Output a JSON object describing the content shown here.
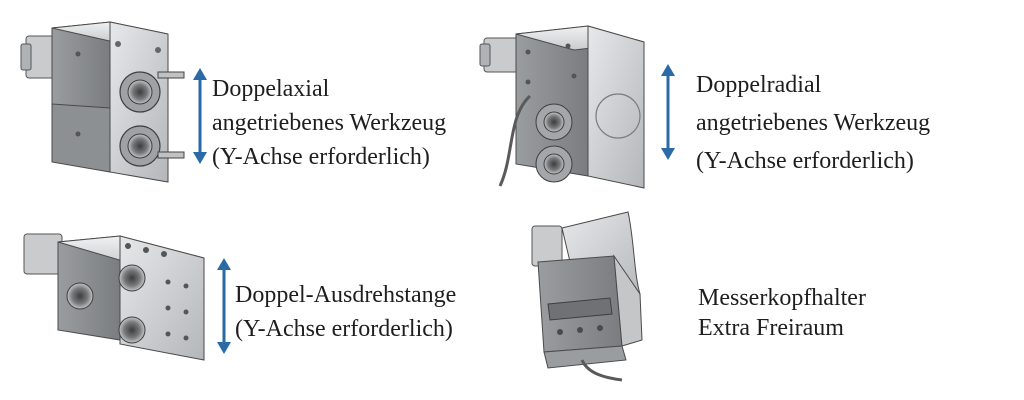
{
  "items": [
    {
      "id": "doppelaxial",
      "icon": "double-axial-tool-holder-icon",
      "lines": [
        "Doppelaxial",
        "angetriebenes Werkzeug",
        "(Y-Achse erforderlich)"
      ],
      "has_arrow": true
    },
    {
      "id": "doppelradial",
      "icon": "double-radial-tool-holder-icon",
      "lines": [
        "Doppelradial",
        "angetriebenes Werkzeug",
        "(Y-Achse erforderlich)"
      ],
      "has_arrow": true
    },
    {
      "id": "doppel-ausdrehstange",
      "icon": "double-boring-bar-holder-icon",
      "lines": [
        "Doppel-Ausdrehstange",
        "(Y-Achse erforderlich)"
      ],
      "has_arrow": true
    },
    {
      "id": "messerkopfhalter",
      "icon": "cutter-head-holder-icon",
      "lines": [
        "Messerkopfhalter",
        "Extra Freiraum"
      ],
      "has_arrow": false
    }
  ],
  "colors": {
    "arrow": "#2a6aa6",
    "metal_light": "#d6d8da",
    "metal_mid": "#a9acaf",
    "metal_dark": "#6e7174",
    "text": "#1e1e1e"
  }
}
